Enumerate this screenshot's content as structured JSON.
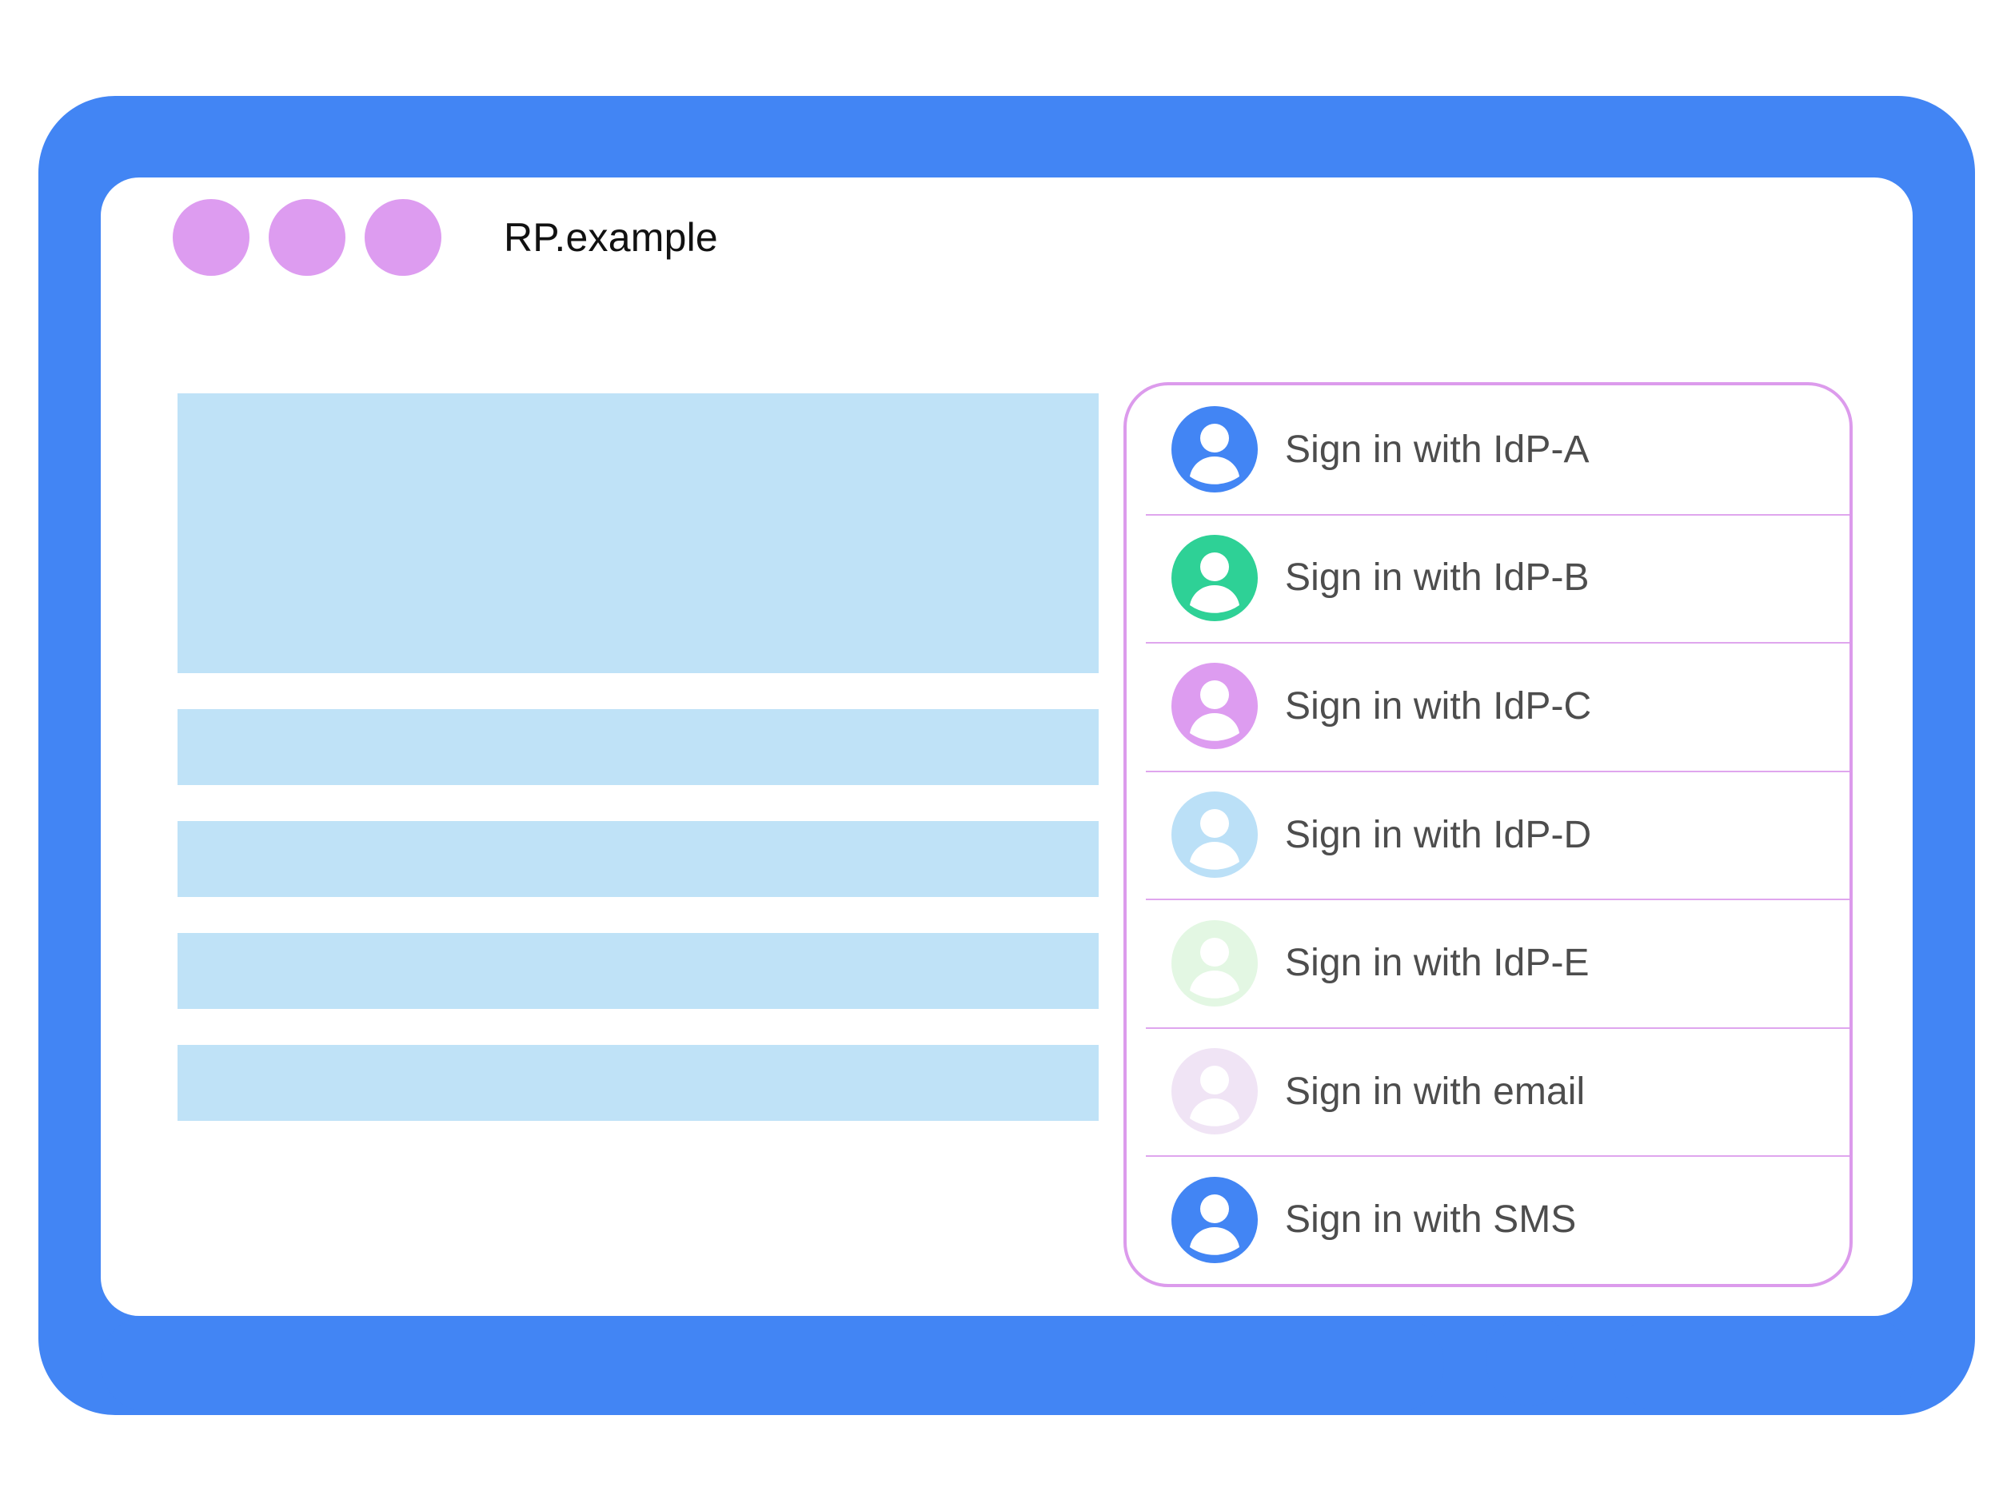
{
  "browser": {
    "title": "RP.example",
    "chrome_dots": [
      "chrome-dot-1",
      "chrome-dot-2",
      "chrome-dot-3"
    ],
    "chrome_dot_color": "#DD9CF0"
  },
  "device": {
    "frame_color": "#4285F4",
    "screen_color": "#FFFFFF",
    "home_button": "home-button"
  },
  "content": {
    "placeholder_color": "#BFE2F7",
    "blocks": [
      {
        "name": "hero-placeholder",
        "kind": "hero"
      },
      {
        "name": "text-placeholder-1",
        "kind": "bar"
      },
      {
        "name": "text-placeholder-2",
        "kind": "bar"
      },
      {
        "name": "text-placeholder-3",
        "kind": "bar"
      },
      {
        "name": "text-placeholder-4",
        "kind": "bar"
      }
    ]
  },
  "account_chooser": {
    "border_color": "#DC9BEC",
    "divider_color": "#DFA6EE",
    "label_color": "#4D4D4D",
    "items": [
      {
        "label": "Sign in with IdP-A",
        "icon": "person-avatar-icon",
        "avatar_color": "#4285F4"
      },
      {
        "label": "Sign in with IdP-B",
        "icon": "person-avatar-icon",
        "avatar_color": "#2ED196"
      },
      {
        "label": "Sign in with IdP-C",
        "icon": "person-avatar-icon",
        "avatar_color": "#DD9CF0"
      },
      {
        "label": "Sign in with IdP-D",
        "icon": "person-avatar-icon",
        "avatar_color": "#BBE0F7"
      },
      {
        "label": "Sign in with IdP-E",
        "icon": "person-avatar-icon",
        "avatar_color": "#E3F7E3"
      },
      {
        "label": "Sign in with email",
        "icon": "person-avatar-icon",
        "avatar_color": "#F0E4F5"
      },
      {
        "label": "Sign in with SMS",
        "icon": "person-avatar-icon",
        "avatar_color": "#4285F4"
      }
    ]
  }
}
